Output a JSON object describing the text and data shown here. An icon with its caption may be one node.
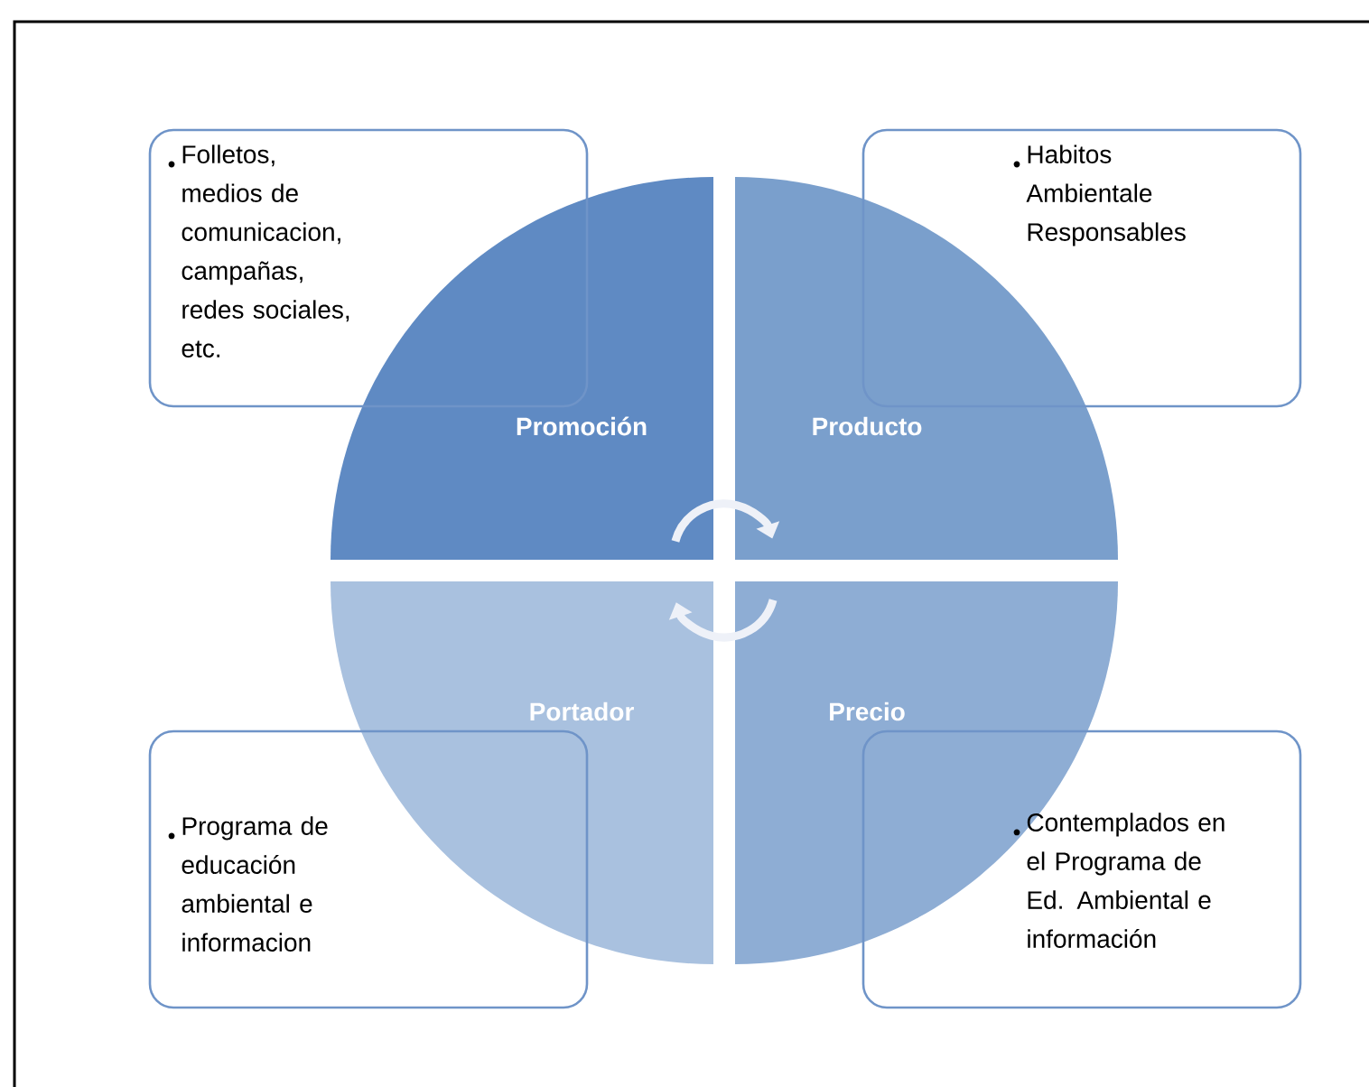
{
  "diagram": {
    "nodes": [
      {
        "text": [
          "Folletos, medios de comunicacion, campañas, redes sociales, etc."
        ]
      },
      {
        "text": [
          "Habitos Ambientale Responsables"
        ]
      },
      {
        "text": [
          "Promoción"
        ]
      },
      {
        "text": [
          "Producto"
        ]
      },
      {
        "text": [
          "Portador"
        ]
      },
      {
        "text": [
          "Precio"
        ]
      },
      {
        "text": [
          "Programa de educación ambiental e informacion"
        ]
      },
      {
        "text": [
          "Contemplados en el Programa de Ed. Ambiental e información"
        ]
      }
    ],
    "edges": [
      {
        "from": 2,
        "to": 3,
        "arrow": "to"
      },
      {
        "from": 5,
        "to": 4,
        "arrow": "to"
      }
    ]
  }
}
